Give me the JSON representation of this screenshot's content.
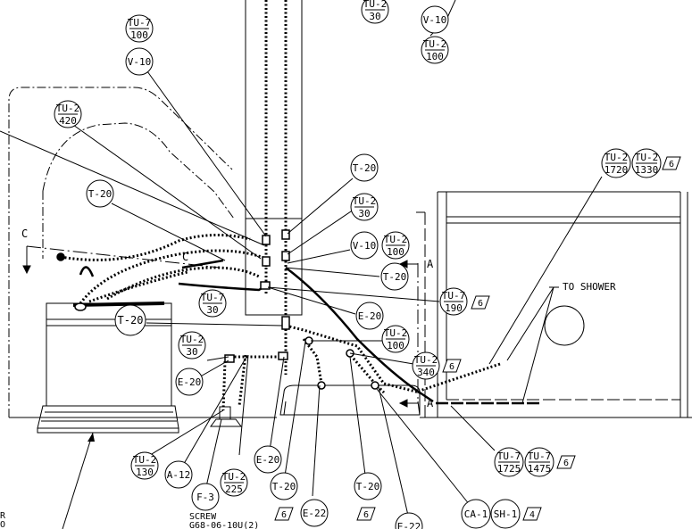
{
  "callouts": {
    "tu7_100": {
      "top": "TU-7",
      "bottom": "100"
    },
    "tu2_30_top": {
      "top": "TU-2",
      "bottom": "30"
    },
    "tu2_100_top": {
      "top": "TU-2",
      "bottom": "100"
    },
    "tu2_420": {
      "top": "TU-2",
      "bottom": "420"
    },
    "tu2_1720": {
      "top": "TU-2",
      "bottom": "1720"
    },
    "tu2_1330": {
      "top": "TU-2",
      "bottom": "1330"
    },
    "tu2_30_mid": {
      "top": "TU-2",
      "bottom": "30"
    },
    "tu2_100_mid": {
      "top": "TU-2",
      "bottom": "100"
    },
    "tu7_30": {
      "top": "TU-7",
      "bottom": "30"
    },
    "tu7_190": {
      "top": "TU-7",
      "bottom": "190"
    },
    "tu2_100_low": {
      "top": "TU-2",
      "bottom": "100"
    },
    "tu2_30_low": {
      "top": "TU-2",
      "bottom": "30"
    },
    "tu2_340": {
      "top": "TU-2",
      "bottom": "340"
    },
    "tu2_130": {
      "top": "TU-2",
      "bottom": "130"
    },
    "tu2_225": {
      "top": "TU-2",
      "bottom": "225"
    },
    "tu7_1725": {
      "top": "TU-7",
      "bottom": "1725"
    },
    "tu7_1475": {
      "top": "TU-7",
      "bottom": "1475"
    }
  },
  "circles": {
    "v10_top_right": "V-10",
    "v10_left": "V-10",
    "v10_mid": "V-10",
    "t20_upper": "T-20",
    "t20_left": "T-20",
    "t20_mid_right": "T-20",
    "t20_low_left": "T-20",
    "t20_bottom_a": "T-20",
    "t20_bottom_b": "T-20",
    "e20_mid": "E-20",
    "e20_left": "E-20",
    "e20_bottom": "E-20",
    "e22_a": "E-22",
    "e22_b": "E-22",
    "a12": "A-12",
    "f3": "F-3",
    "ca1": "CA-1",
    "sh1": "SH-1"
  },
  "flags": {
    "six_a": "6",
    "six_b": "6",
    "six_c": "6",
    "six_d": "6",
    "six_e": "6",
    "six_f": "6",
    "four": "4"
  },
  "labels": {
    "to_shower": "TO SHOWER",
    "section_c_left": "C",
    "section_c_mid": "C",
    "section_a_upper": "A",
    "section_a_lower": "A",
    "screw": "SCREW",
    "screw_part": "G68-06-10U(2)",
    "edge_r": "R",
    "edge_o": "O"
  }
}
